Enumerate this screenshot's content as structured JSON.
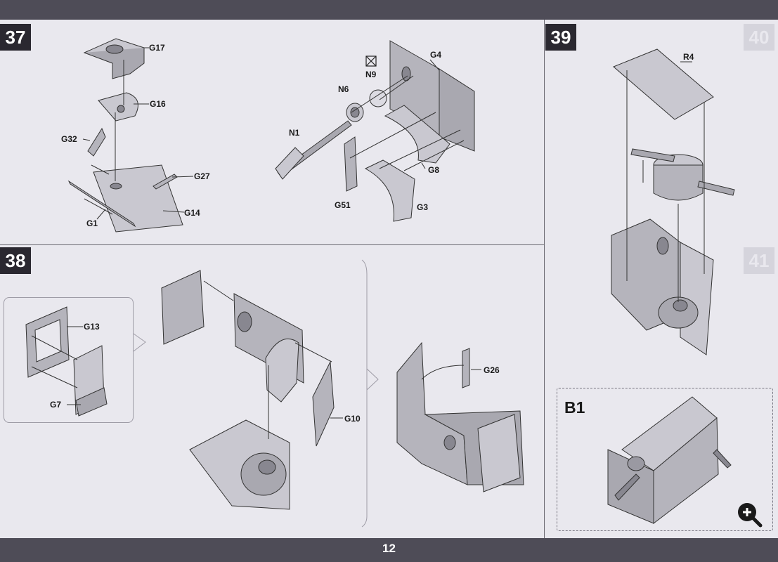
{
  "steps": {
    "s37": "37",
    "s38": "38",
    "s39": "39",
    "s40": "40",
    "s41": "41"
  },
  "labels": {
    "g17": "G17",
    "g16": "G16",
    "g32": "G32",
    "g27": "G27",
    "g14": "G14",
    "g1": "G1",
    "g4": "G4",
    "n9": "N9",
    "n6": "N6",
    "n1": "N1",
    "g8": "G8",
    "g51": "G51",
    "g3": "G3",
    "r4": "R4",
    "g13": "G13",
    "g7": "G7",
    "g10": "G10",
    "g26": "G26",
    "b1": "B1"
  },
  "page_number": "12",
  "icons": [
    "zoom-icon",
    "no-glue-icon"
  ]
}
